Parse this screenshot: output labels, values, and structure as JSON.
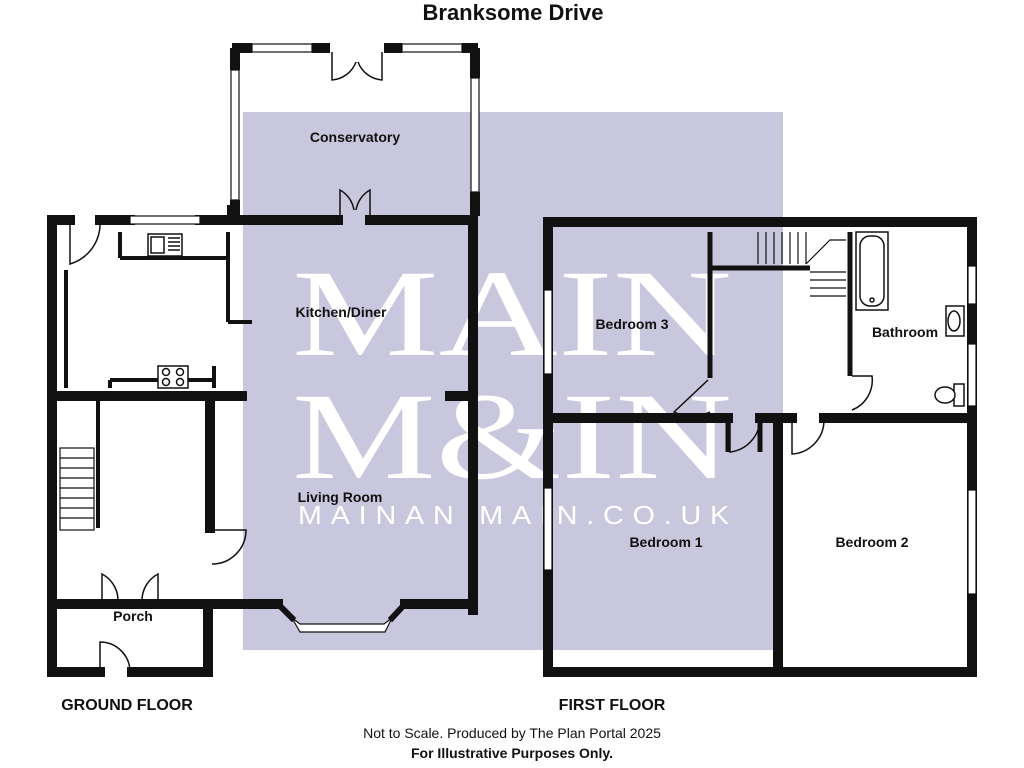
{
  "title": "Branksome Drive",
  "watermark": {
    "line1": "MAIN",
    "line2": "M&IN",
    "line3": "MAINAN MAIN.CO.UK",
    "color": "#c9c7dd"
  },
  "rooms": {
    "conservatory": "Conservatory",
    "kitchen_diner": "Kitchen/Diner",
    "living_room": "Living Room",
    "porch": "Porch",
    "bedroom3": "Bedroom 3",
    "bathroom": "Bathroom",
    "bedroom1": "Bedroom 1",
    "bedroom2": "Bedroom 2"
  },
  "floors": {
    "ground": "GROUND FLOOR",
    "first": "FIRST FLOOR"
  },
  "footer": {
    "line1": "Not to Scale. Produced by The Plan Portal 2025",
    "line2": "For Illustrative Purposes Only."
  },
  "colors": {
    "wall": "#111111",
    "overlay": "#c9c7dd"
  }
}
